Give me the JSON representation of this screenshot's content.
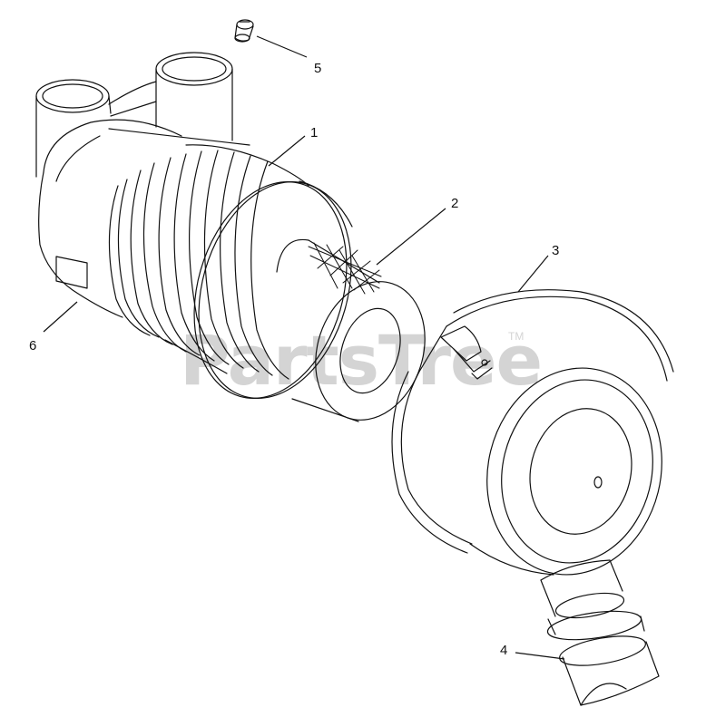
{
  "watermark": {
    "text": "PartsTree",
    "trademark": "TM"
  },
  "callouts": [
    {
      "id": "1",
      "label": "1"
    },
    {
      "id": "2",
      "label": "2"
    },
    {
      "id": "3",
      "label": "3"
    },
    {
      "id": "4",
      "label": "4"
    },
    {
      "id": "5",
      "label": "5"
    },
    {
      "id": "6",
      "label": "6"
    }
  ],
  "colors": {
    "line": "#111111",
    "background": "#ffffff",
    "watermark": "#d4d4d4"
  }
}
